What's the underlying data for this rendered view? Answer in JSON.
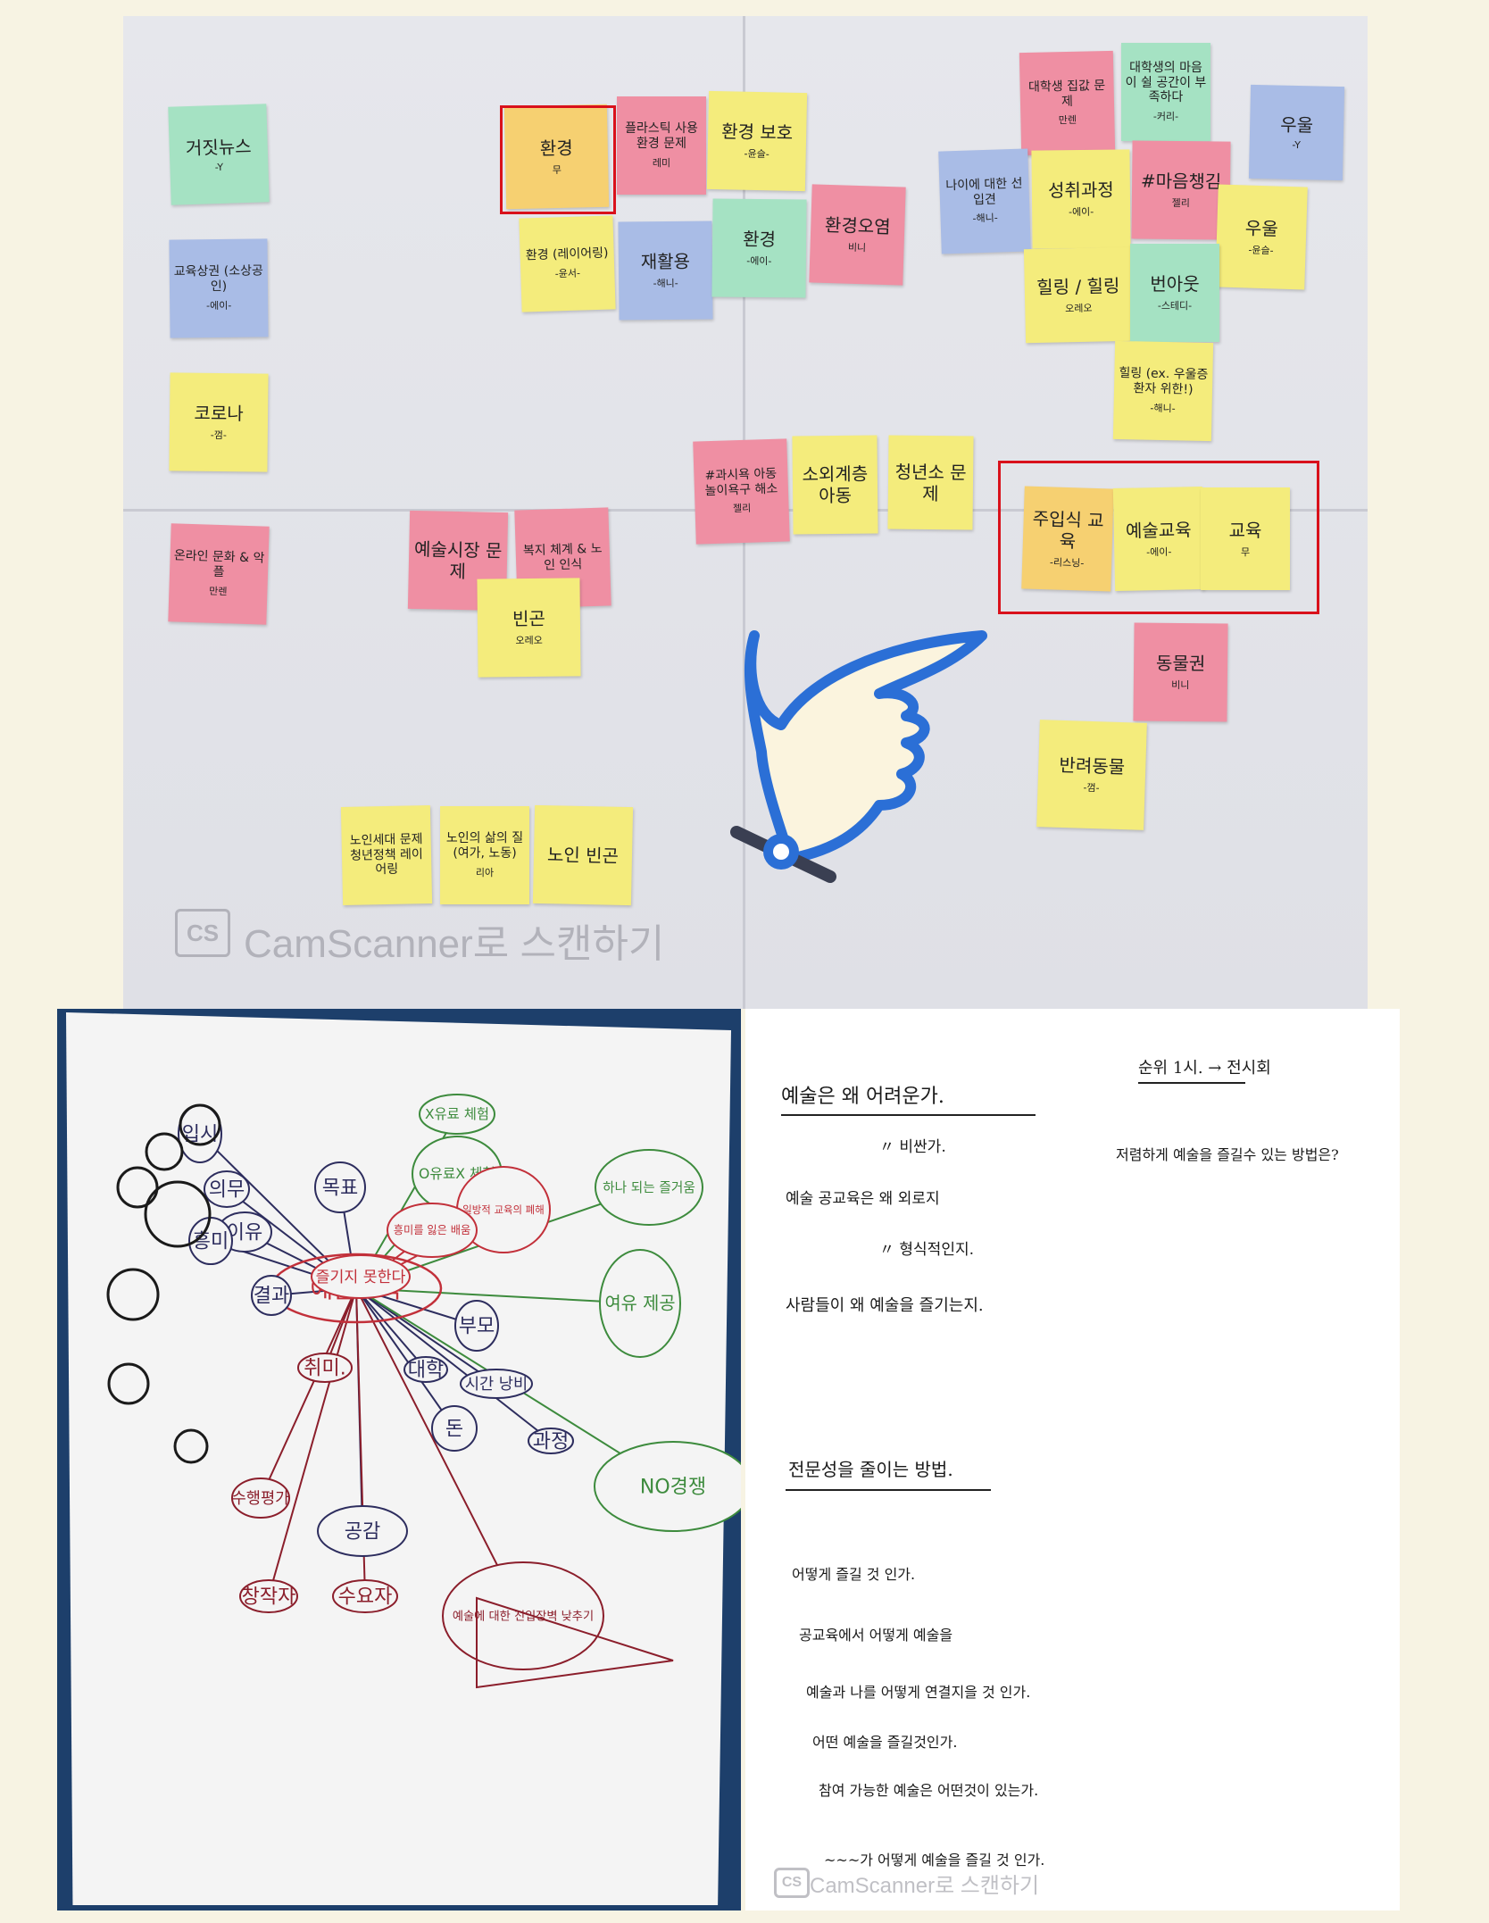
{
  "board": {
    "watermark": "CamScanner로 스캔하기",
    "watermark_badge": "CS",
    "highlight_color": "#d9111b",
    "stickies": [
      {
        "main": "거짓뉴스",
        "sub": "-Y",
        "color": "green"
      },
      {
        "main": "교육상권 (소상공인)",
        "sub": "-에이-",
        "color": "blue"
      },
      {
        "main": "코로나",
        "sub": "-껌-",
        "color": "yellow"
      },
      {
        "main": "온라인 문화 & 악플",
        "sub": "만렌",
        "color": "pink"
      },
      {
        "main": "환경",
        "sub": "무",
        "color": "orange"
      },
      {
        "main": "플라스틱 사용 환경 문제",
        "sub": "레미",
        "color": "pink"
      },
      {
        "main": "환경 보호",
        "sub": "-윤슬-",
        "color": "yellow"
      },
      {
        "main": "환경 (레이어링)",
        "sub": "-윤서-",
        "color": "yellow"
      },
      {
        "main": "재활용",
        "sub": "-해니-",
        "color": "blue"
      },
      {
        "main": "환경",
        "sub": "-에이-",
        "color": "green"
      },
      {
        "main": "환경오염",
        "sub": "비니",
        "color": "pink"
      },
      {
        "main": "대학생 집값 문제",
        "sub": "만렌",
        "color": "pink"
      },
      {
        "main": "대학생의 마음이 쉴 공간이 부족하다",
        "sub": "-커리-",
        "color": "green"
      },
      {
        "main": "우울",
        "sub": "-Y",
        "color": "blue"
      },
      {
        "main": "나이에 대한 선입견",
        "sub": "-해니-",
        "color": "blue"
      },
      {
        "main": "성취과정",
        "sub": "-에이-",
        "color": "yellow"
      },
      {
        "main": "#마음챙김",
        "sub": "젤리",
        "color": "pink"
      },
      {
        "main": "우울",
        "sub": "-윤슬-",
        "color": "yellow"
      },
      {
        "main": "힐링 / 힐링",
        "sub": "오레오",
        "color": "yellow"
      },
      {
        "main": "번아웃",
        "sub": "-스테디-",
        "color": "green"
      },
      {
        "main": "힐링 (ex. 우울증환자 위한!)",
        "sub": "-해니-",
        "color": "yellow"
      },
      {
        "main": "#과시욕 아동 놀이욕구 해소",
        "sub": "젤리",
        "color": "pink"
      },
      {
        "main": "소외계층 아동",
        "sub": "",
        "color": "yellow"
      },
      {
        "main": "청년소 문제",
        "sub": "",
        "color": "yellow"
      },
      {
        "main": "주입식 교육",
        "sub": "-리스닝-",
        "color": "orange"
      },
      {
        "main": "예술교육",
        "sub": "-에이-",
        "color": "yellow"
      },
      {
        "main": "교육",
        "sub": "무",
        "color": "yellow"
      },
      {
        "main": "예술시장 문제",
        "sub": "",
        "color": "pink"
      },
      {
        "main": "복지 체계 & 노인 인식",
        "sub": "",
        "color": "pink"
      },
      {
        "main": "빈곤",
        "sub": "오레오",
        "color": "yellow"
      },
      {
        "main": "동물권",
        "sub": "비니",
        "color": "pink"
      },
      {
        "main": "반려동물",
        "sub": "-껌-",
        "color": "yellow"
      },
      {
        "main": "노인세대 문제 청년정책 레이어링",
        "sub": "",
        "color": "yellow"
      },
      {
        "main": "노인의 삶의 질 (여가, 노동)",
        "sub": "리아",
        "color": "yellow"
      },
      {
        "main": "노인 빈곤",
        "sub": "",
        "color": "yellow"
      }
    ]
  },
  "mindmap": {
    "center": "예술교육",
    "nodes": [
      {
        "text": "X유료 체험",
        "color": "#3d8b3d"
      },
      {
        "text": "O유료X 체험",
        "color": "#3d8b3d"
      },
      {
        "text": "즐기지 못한다",
        "color": "#c2303a"
      },
      {
        "text": "일방적 교육의 폐해",
        "color": "#c2303a"
      },
      {
        "text": "흥미를 잃은 배움",
        "color": "#c2303a"
      },
      {
        "text": "이유",
        "color": "#2d2d5e"
      },
      {
        "text": "입시",
        "color": "#2d2d5e"
      },
      {
        "text": "의무",
        "color": "#2d2d5e"
      },
      {
        "text": "목표",
        "color": "#2d2d5e"
      },
      {
        "text": "흥미",
        "color": "#2d2d5e"
      },
      {
        "text": "결과",
        "color": "#2d2d5e"
      },
      {
        "text": "취미.",
        "color": "#8b1e2b"
      },
      {
        "text": "대학",
        "color": "#2d2d5e"
      },
      {
        "text": "부모",
        "color": "#2d2d5e"
      },
      {
        "text": "시간 낭비",
        "color": "#2d2d5e"
      },
      {
        "text": "과정",
        "color": "#2d2d5e"
      },
      {
        "text": "돈",
        "color": "#2d2d5e"
      },
      {
        "text": "수행평가",
        "color": "#8b1e2b"
      },
      {
        "text": "공감",
        "color": "#2d2d5e"
      },
      {
        "text": "창작자",
        "color": "#8b1e2b"
      },
      {
        "text": "수요자",
        "color": "#8b1e2b"
      },
      {
        "text": "여유 제공",
        "color": "#3d8b3d"
      },
      {
        "text": "하나 되는 즐거움",
        "color": "#3d8b3d"
      },
      {
        "text": "NO경쟁",
        "color": "#3d8b3d"
      },
      {
        "text": "예술에 대한 진입장벽 낮추기",
        "color": "#8b1e2b"
      }
    ]
  },
  "notes": {
    "watermark": "CamScanner로 스캔하기",
    "watermark_badge": "CS",
    "lines": [
      "예술은 왜 어려운가.",
      "〃 비싼가.",
      "예술 공교육은 왜 외로지",
      "〃 형식적인지.",
      "사람들이 왜 예술을 즐기는지.",
      "전문성을 줄이는 방법.",
      "어떻게 즐길 것 인가.",
      "공교육에서 어떻게 예술을",
      "예술과 나를 어떻게 연결지을 것 인가.",
      "어떤 예술을 즐길것인가.",
      "참여 가능한 예술은 어떤것이 있는가.",
      "~~~가 어떻게 예술을 즐길 것 인가."
    ],
    "side_title": "순위 1시. → 전시회",
    "side_note": "저렴하게 예술을 즐길수 있는 방법은?"
  },
  "pointer": {
    "fill": "#fbf4de",
    "stroke": "#2b6fd6"
  }
}
